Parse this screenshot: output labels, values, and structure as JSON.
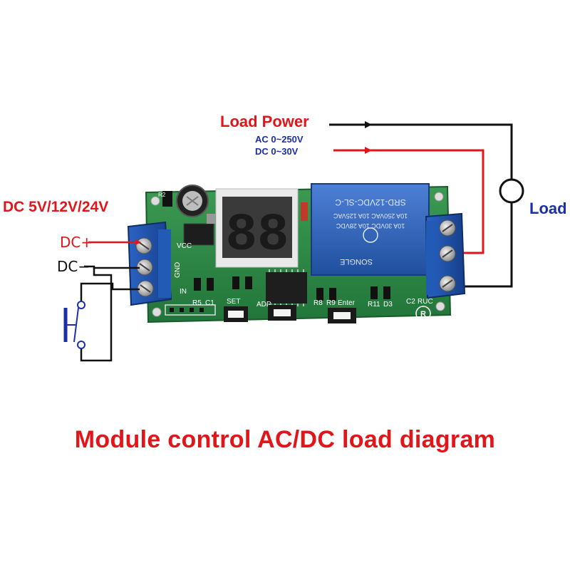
{
  "diagram": {
    "load_power_label": "Load Power",
    "ac_range_label": "AC 0~250V",
    "dc_range_label": "DC 0~30V",
    "supply_voltage_label": "DC 5V/12V/24V",
    "dc_plus_label": "DC+",
    "dc_minus_label": "DC−",
    "load_label": "Load",
    "caption": "Module control AC/DC load diagram"
  },
  "board": {
    "relay_model": "SRD-12VDC-SL-C",
    "relay_brand": "SONGLE",
    "relay_rating_1": "10A 250VAC 10A 125VAC",
    "relay_rating_2": "10A 30VDC 10A 28VDC",
    "display_digits": "88",
    "labels": {
      "vcc": "VCC",
      "gnd": "GND",
      "in": "IN",
      "r5": "R5",
      "c1": "C1",
      "set": "SET",
      "add": "ADD",
      "r8": "R8",
      "r9": "R9",
      "enter": "Enter",
      "r11": "R11",
      "d3": "D3",
      "c2": "C2",
      "ruc": "RUC",
      "r2": "R2"
    }
  },
  "colors": {
    "wire_red": "#e0161b",
    "wire_black": "#111111",
    "text_blue": "#1b2fa8",
    "pcb_green": "#2f8a45",
    "terminal_blue": "#1c4fa8",
    "relay_blue": "#2b5fb8"
  }
}
